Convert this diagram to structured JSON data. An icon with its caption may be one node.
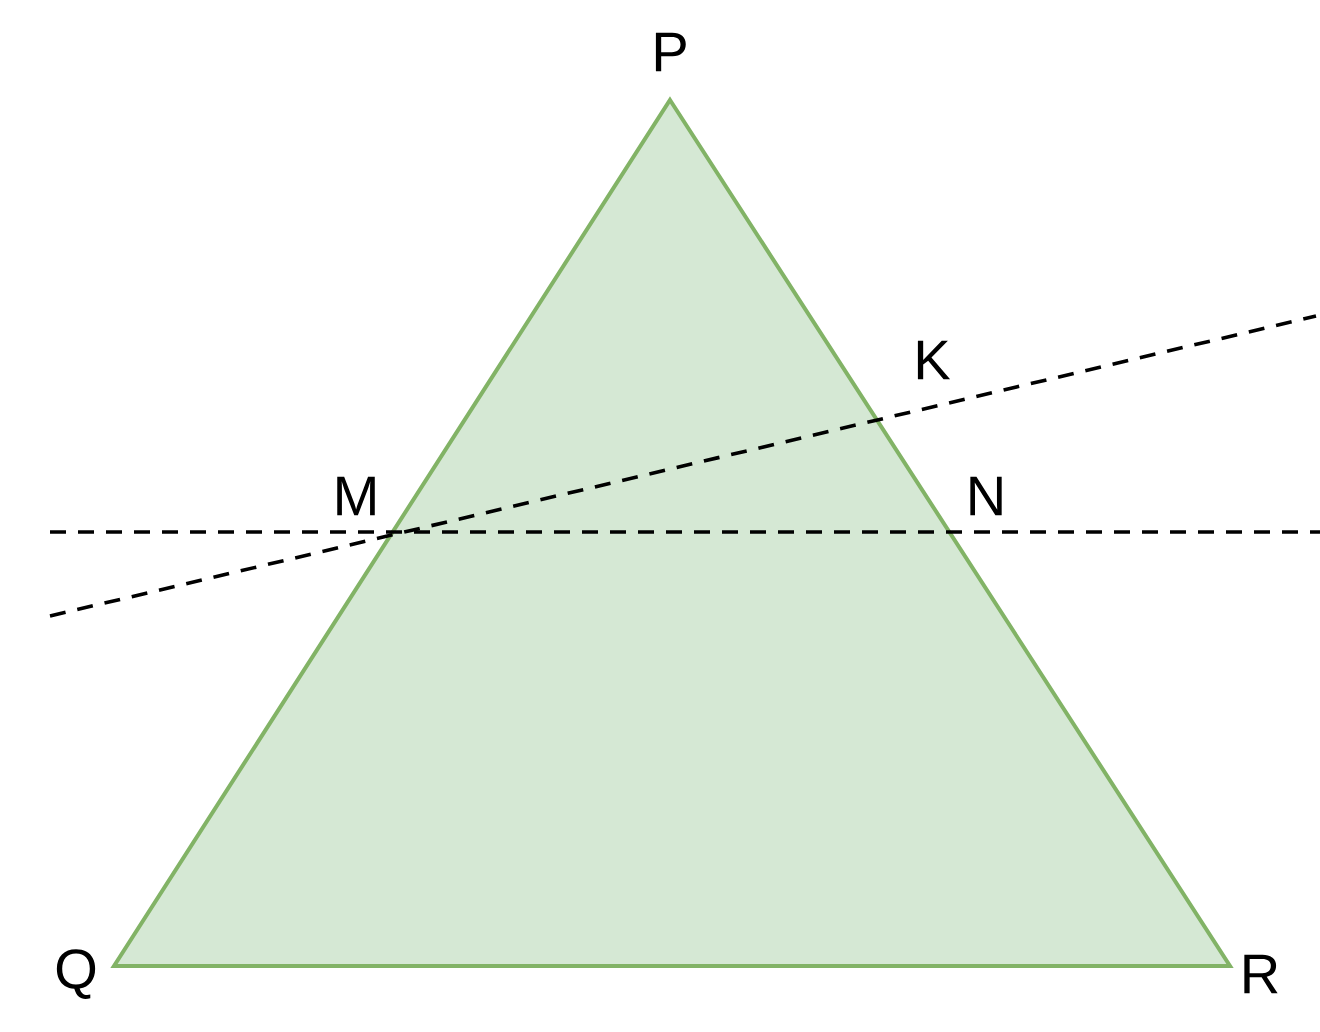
{
  "diagram": {
    "labels": [
      "P",
      "K",
      "M",
      "N",
      "Q",
      "R"
    ]
  }
}
